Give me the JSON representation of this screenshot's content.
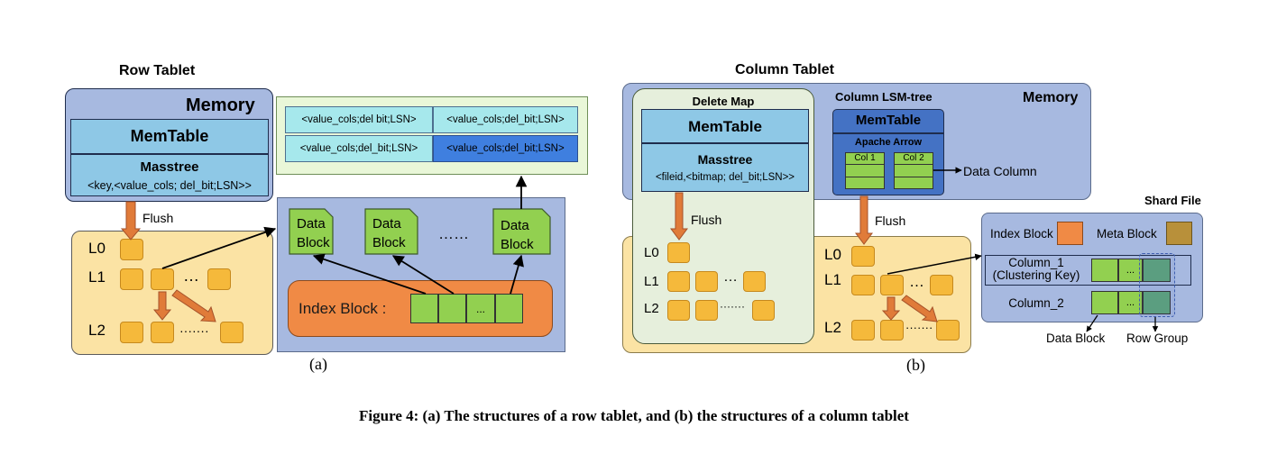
{
  "row_tablet": {
    "title": "Row Tablet",
    "memory_label": "Memory",
    "memtable_label": "MemTable",
    "masstree_label": "Masstree",
    "masstree_key": "<key,<value_cols; del_bit;LSN>>",
    "flush_label": "Flush",
    "levels": [
      "L0",
      "L1",
      "L2"
    ],
    "ellipsis": "…",
    "dots": "·······",
    "record_cells": [
      "<value_cols;del bit;LSN>",
      "<value_cols;del_bit;LSN>",
      "<value_cols;del_bit;LSN>",
      "<value_cols;del_bit;LSN>"
    ],
    "data_block_label": "Data Block",
    "data_block_ellipsis": "……",
    "index_block_label": "Index Block :",
    "index_ellipsis": "...",
    "sub_label": "(a)"
  },
  "column_tablet": {
    "title": "Column Tablet",
    "memory_label": "Memory",
    "delete_map_label": "Delete Map",
    "memtable_label": "MemTable",
    "masstree_label": "Masstree",
    "masstree_key": "<fileid,<bitmap; del_bit;LSN>>",
    "flush_label": "Flush",
    "lsm_label": "Column LSM-tree",
    "lsm_memtable_label": "MemTable",
    "apache_arrow_label": "Apache Arrow",
    "col1_label": "Col 1",
    "col2_label": "Col 2",
    "data_column_label": "Data Column",
    "lsm_flush_label": "Flush",
    "levels": [
      "L0",
      "L1",
      "L2"
    ],
    "ellipsis": "…",
    "dots": "·······",
    "shard_file_label": "Shard File",
    "index_block_label": "Index Block",
    "meta_block_label": "Meta Block",
    "column1_label": "Column_1",
    "column1_sub": "(Clustering Key)",
    "column2_label": "Column_2",
    "shard_ellipsis": "...",
    "data_block_label": "Data Block",
    "row_group_label": "Row Group",
    "sub_label": "(b)"
  },
  "caption": "Figure 4: (a) The structures of a row tablet, and (b) the structures of a column tablet",
  "colors": {
    "memory_blue": "#a7b9e0",
    "memtable_blue": "#8ec8e6",
    "disk_yellow": "#fbe3a4",
    "sstable_orange": "#f5b93b",
    "block_green": "#92d050",
    "index_orange": "#f08a45",
    "arrow_orange": "#e07b39",
    "delete_map_green": "#e6efdc",
    "lsm_memtable_blue": "#4472c4",
    "meta_block_brown": "#b8903a",
    "highlight_blue": "#3f7fdf"
  }
}
